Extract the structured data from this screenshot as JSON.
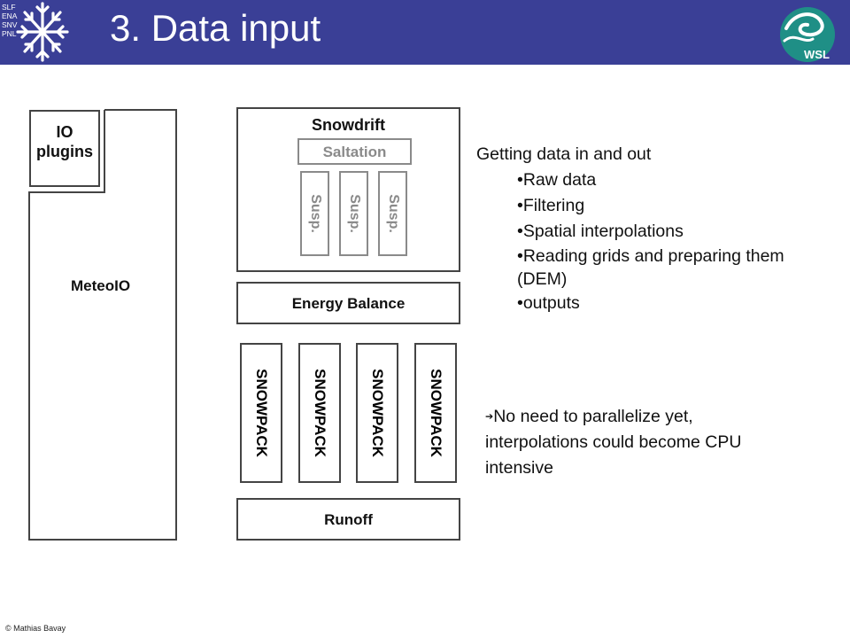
{
  "header": {
    "title": "3. Data input",
    "slf_abbreviations": [
      "SLF",
      "ENA",
      "SNV",
      "PNL"
    ],
    "wsl_logo_text": "WSL",
    "bar_color": "#3a3f96"
  },
  "diagram": {
    "io_plugins_label": "IO\nplugins",
    "meteoio_label": "MeteoIO",
    "snowdrift_label": "Snowdrift",
    "saltation_label": "Saltation",
    "susp_labels": [
      "Susp.",
      "Susp.",
      "Susp."
    ],
    "energy_balance_label": "Energy Balance",
    "snowpack_labels": [
      "SNOWPACK",
      "SNOWPACK",
      "SNOWPACK",
      "SNOWPACK"
    ],
    "runoff_label": "Runoff"
  },
  "notes": {
    "heading": "Getting data in and out",
    "bullets": [
      "•Raw data",
      "•Filtering",
      "•Spatial interpolations",
      "•Reading grids and preparing them (DEM)",
      "•outputs"
    ]
  },
  "conclusion": {
    "arrow_icon": "arrow-right-icon",
    "text": "No need to parallelize yet, interpolations could become CPU intensive"
  },
  "footer": {
    "copyright": "© Mathias Bavay"
  }
}
